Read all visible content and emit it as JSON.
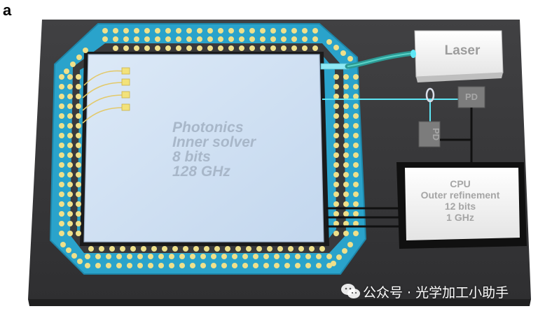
{
  "panel_label": "a",
  "chip": {
    "line1": "Photonics",
    "line2": "Inner solver",
    "line3": "8 bits",
    "line4": "128 GHz"
  },
  "laser": {
    "label": "Laser"
  },
  "detectors": [
    {
      "label": "PD"
    },
    {
      "label": "PD"
    }
  ],
  "cpu": {
    "line1": "CPU",
    "line2": "Outer refinement",
    "line3": "12 bits",
    "line4": "1 GHz"
  },
  "watermark": {
    "text": "公众号 · 光学加工小助手"
  },
  "colors": {
    "board": "#3b3b3d",
    "interposer": "#2aa3cb",
    "pads": "#efe08a",
    "chip": "#cfe0f3",
    "chip_text": "#a8b7c9",
    "beam": "#5ee6f5",
    "detector": "#7c7c7c"
  }
}
